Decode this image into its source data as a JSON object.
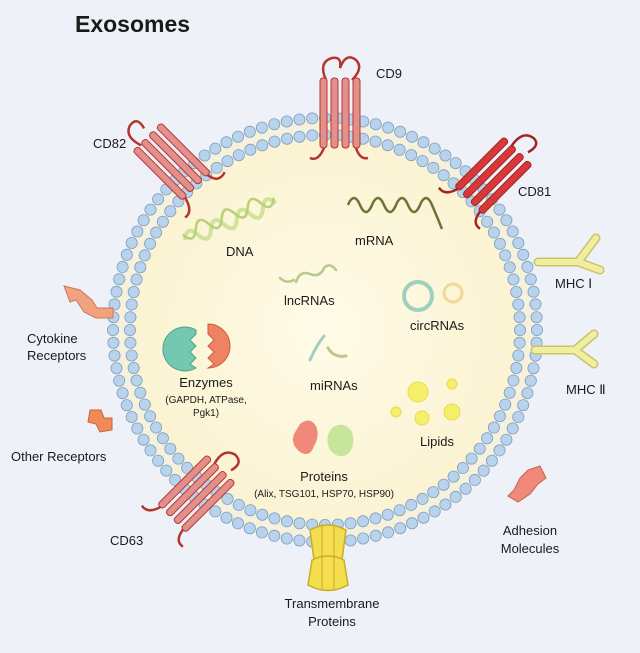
{
  "title": "Exosomes",
  "labels": {
    "cd9": "CD9",
    "cd82": "CD82",
    "cd81": "CD81",
    "cd63": "CD63",
    "dna": "DNA",
    "mrna": "mRNA",
    "lncrnas": "lncRNAs",
    "circrnas": "circRNAs",
    "mirnas": "miRNAs",
    "lipids": "Lipids",
    "enzymes": "Enzymes",
    "enzymes_sub1": "(GAPDH, ATPase,",
    "enzymes_sub2": "Pgk1)",
    "proteins": "Proteins",
    "proteins_sub": "(Alix, TSG101, HSP70, HSP90)",
    "mhc1": "MHC Ⅰ",
    "mhc2": "MHC Ⅱ",
    "cytokine1": "Cytokine",
    "cytokine2": "Receptors",
    "other_receptors": "Other Receptors",
    "adhesion1": "Adhesion",
    "adhesion2": "Molecules",
    "transmembrane1": "Transmembrane",
    "transmembrane2": "Proteins"
  },
  "colors": {
    "lumen": "#fdf8df",
    "bead": "#b9d3ec",
    "bead_stroke": "#7d9fc2",
    "tetraspanin_red": "#d9383a",
    "tetraspanin_pink": "#e3908d",
    "mhc_yellow": "#f1ee9f",
    "receptor_orange": "#f1a27e",
    "transmembrane_yellow": "#f4dd4e",
    "dna_green": "#cfe39c",
    "mrna_olive": "#6d7436",
    "circ_teal": "#9fd0bf",
    "lipid_yellow": "#f6ef6a",
    "enzyme_teal": "#74c7b0",
    "enzyme_salmon": "#ef8263",
    "protein_salmon": "#f0897a",
    "protein_green": "#c7e69b"
  }
}
